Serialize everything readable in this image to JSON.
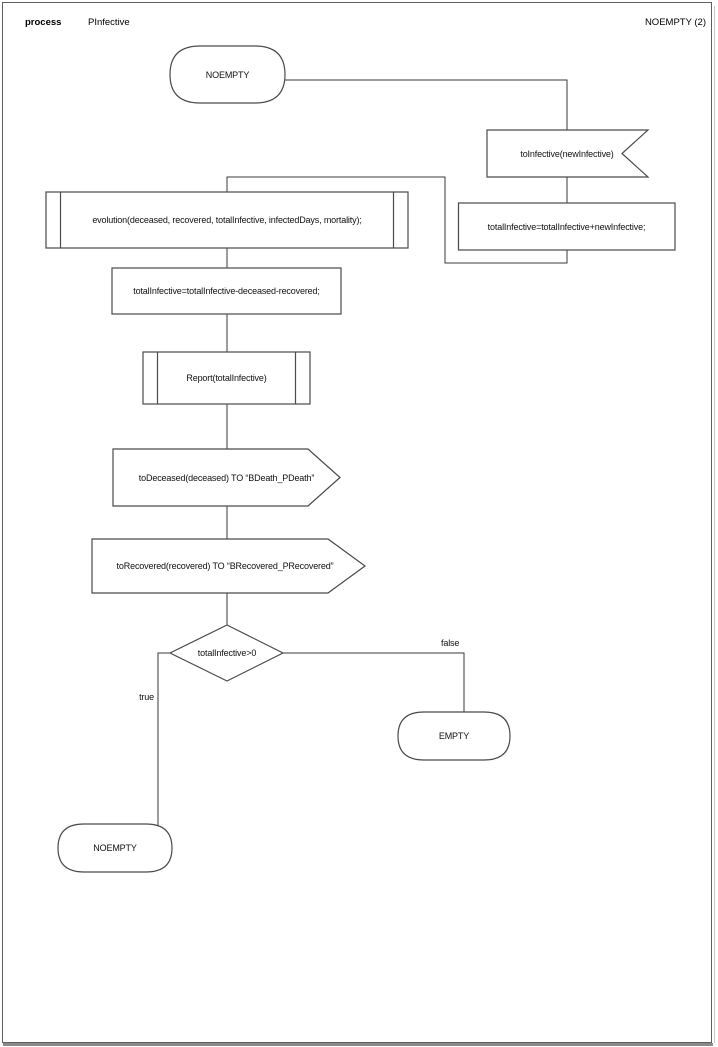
{
  "header": {
    "kind_label": "process",
    "process_name": "PInfective",
    "page_label": "NOEMPTY (2)"
  },
  "nodes": {
    "start_state": {
      "type": "state",
      "label": "NOEMPTY"
    },
    "input_signal": {
      "type": "input",
      "label": "toInfective(newInfective)"
    },
    "task_add": {
      "type": "task",
      "label": "totalInfective=totalInfective+newInfective;"
    },
    "proc_evolution": {
      "type": "procedure-call",
      "label": "evolution(deceased, recovered, totalInfective, infectedDays, mortality);"
    },
    "task_sub": {
      "type": "task",
      "label": "totalInfective=totalInfective-deceased-recovered;"
    },
    "proc_report": {
      "type": "procedure-call",
      "label": "Report(totalInfective)"
    },
    "output_deceased": {
      "type": "output",
      "label": "toDeceased(deceased) TO “BDeath_PDeath”"
    },
    "output_recovered": {
      "type": "output",
      "label": "toRecovered(recovered) TO “BRecovered_PRecovered”"
    },
    "decision": {
      "type": "decision",
      "label": "totalInfective>0"
    },
    "state_empty": {
      "type": "state",
      "label": "EMPTY"
    },
    "state_noempty": {
      "type": "state",
      "label": "NOEMPTY"
    }
  },
  "branches": {
    "true_label": "true",
    "false_label": "false"
  },
  "colors": {
    "shape_stroke": "#4a4a4a",
    "connector": "#383838",
    "text": "#111111",
    "page_border": "#5f5f5f",
    "page_shadow": "#8a8a8a",
    "background": "#ffffff"
  }
}
